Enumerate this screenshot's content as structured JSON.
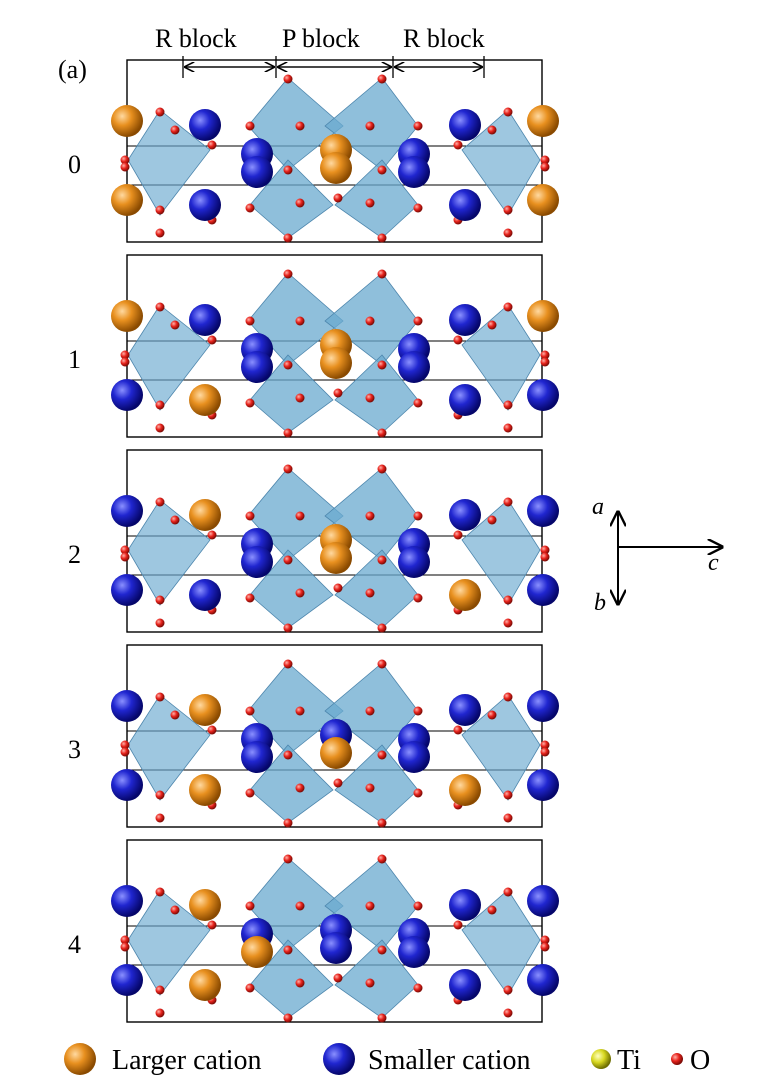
{
  "panel_label": "(a)",
  "blocks": {
    "left": "R block",
    "middle": "P block",
    "right": "R block"
  },
  "rows": [
    {
      "label": "0",
      "left_col_top": "larger",
      "left_col_bottom": "larger",
      "inner_left_top": "smaller",
      "inner_left_bottom": "smaller",
      "center_top": "larger",
      "center_bottom": "larger",
      "inner_right_top": "smaller",
      "inner_right_bottom": "smaller",
      "right_col_top": "larger",
      "right_col_bottom": "larger"
    },
    {
      "label": "1",
      "left_col_top": "larger",
      "left_col_bottom": "smaller",
      "inner_left_top": "smaller",
      "inner_left_bottom": "larger",
      "center_top": "larger",
      "center_bottom": "larger",
      "inner_right_top": "smaller",
      "inner_right_bottom": "smaller",
      "right_col_top": "larger",
      "right_col_bottom": "smaller"
    },
    {
      "label": "2",
      "left_col_top": "smaller",
      "left_col_bottom": "smaller",
      "inner_left_top": "larger",
      "inner_left_bottom": "smaller",
      "center_top": "larger",
      "center_bottom": "larger",
      "inner_right_top": "smaller",
      "inner_right_bottom": "larger",
      "right_col_top": "smaller",
      "right_col_bottom": "smaller"
    },
    {
      "label": "3",
      "left_col_top": "smaller",
      "left_col_bottom": "smaller",
      "inner_left_top": "larger",
      "inner_left_bottom": "larger",
      "center_top": "smaller",
      "center_bottom": "larger",
      "inner_right_top": "smaller",
      "inner_right_bottom": "larger",
      "right_col_top": "smaller",
      "right_col_bottom": "smaller"
    },
    {
      "label": "4",
      "left_col_top": "smaller",
      "left_col_bottom": "smaller",
      "inner_left_top": "larger",
      "inner_left_bottom": "larger",
      "center_top": "smaller",
      "center_bottom": "smaller",
      "inner_right_top": "smaller",
      "inner_right_bottom": "smaller",
      "right_col_top": "smaller",
      "right_col_bottom": "smaller",
      "extra_left_mid": "larger"
    }
  ],
  "axes": {
    "a": "a",
    "b": "b",
    "c": "c"
  },
  "legend": [
    {
      "label": "Larger cation",
      "color": "#e08a1e",
      "key": "larger"
    },
    {
      "label": "Smaller cation",
      "color": "#1f22c8",
      "key": "smaller"
    },
    {
      "label": "Ti",
      "color": "#d8d820",
      "key": "ti"
    },
    {
      "label": "O",
      "color": "#e8231c",
      "key": "o"
    }
  ],
  "colors": {
    "larger": "#e08a1e",
    "smaller": "#1f22c8",
    "ti": "#d8d820",
    "o": "#e8231c",
    "octahedron": "#6aa9cf"
  }
}
